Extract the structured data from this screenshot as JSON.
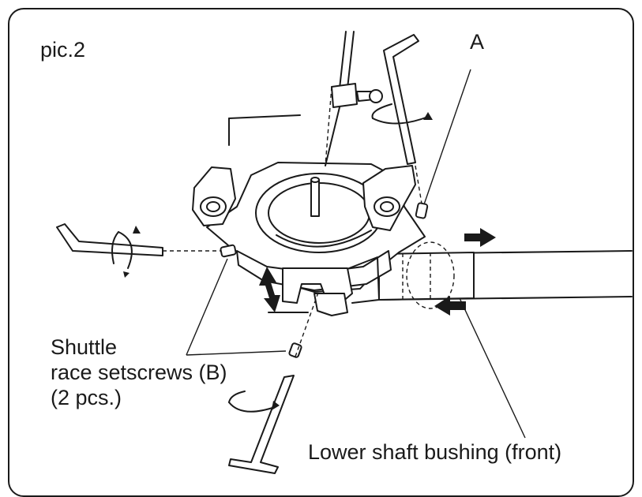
{
  "figure": {
    "pic_label": "pic.2",
    "label_a": "A",
    "label_setscrews": [
      "Shuttle",
      "race setscrews (B)",
      "(2 pcs.)"
    ],
    "label_bushing": "Lower shaft bushing (front)"
  },
  "colors": {
    "ink": "#1a1a1a",
    "background": "#ffffff"
  }
}
